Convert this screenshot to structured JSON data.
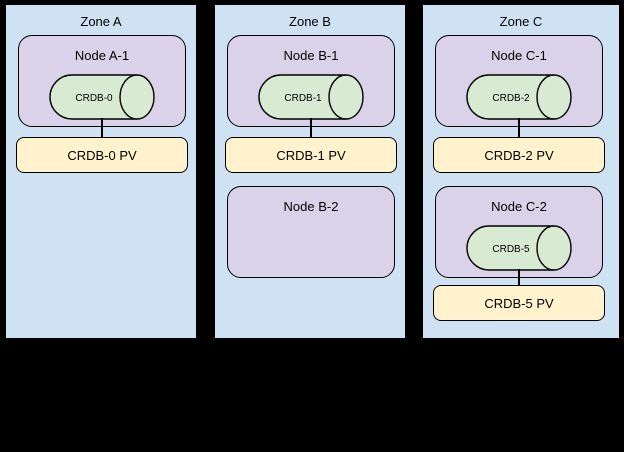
{
  "colors": {
    "background": "#000000",
    "zone_fill": "#cfe2f3",
    "node_fill": "#d9d2e9",
    "db_fill": "#d9ead3",
    "pv_fill": "#fff2cc",
    "border": "#000000"
  },
  "zones": [
    {
      "label": "Zone A",
      "nodes": [
        {
          "label": "Node A-1",
          "db": "CRDB-0",
          "pv": "CRDB-0 PV"
        }
      ]
    },
    {
      "label": "Zone B",
      "nodes": [
        {
          "label": "Node B-1",
          "db": "CRDB-1",
          "pv": "CRDB-1 PV"
        },
        {
          "label": "Node B-2"
        }
      ]
    },
    {
      "label": "Zone C",
      "nodes": [
        {
          "label": "Node C-1",
          "db": "CRDB-2",
          "pv": "CRDB-2 PV"
        },
        {
          "label": "Node C-2",
          "db": "CRDB-5",
          "pv": "CRDB-5 PV"
        }
      ]
    }
  ]
}
